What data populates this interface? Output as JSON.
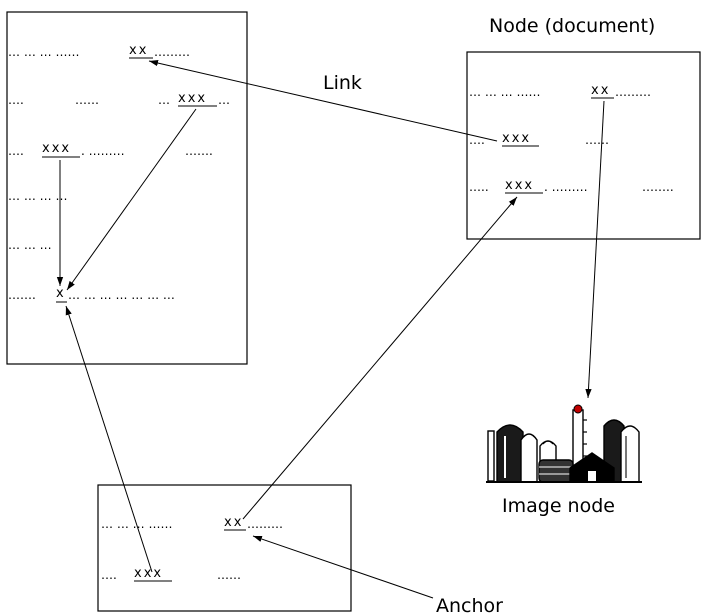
{
  "labels": {
    "node_document": "Node (document)",
    "link": "Link",
    "image_node": "Image node",
    "anchor": "Anchor"
  },
  "doc_left": {
    "r1": [
      "… … …  ……",
      "xx",
      "………"
    ],
    "r2a": "….",
    "r2b": "……",
    "r2c": "…",
    "r2d": "xxx",
    "r2e": "…",
    "r3a": "….",
    "r3b": "xxx",
    "r3c": ".  ………",
    "r3d": "…….",
    "r4": "… … … …",
    "r5": "… … …",
    "r6a": "…….",
    "r6b": "x",
    "r6c": "… … … … … … …"
  },
  "doc_right": {
    "r1a": "… … …  ……",
    "r1b": "xx",
    "r1c": "………",
    "r2a": "….",
    "r2b": "xxx",
    "r2c": "……",
    "r3a": "…..",
    "r3b": "xxx",
    "r3c": ".  ………",
    "r3d": "…….."
  },
  "doc_bottom": {
    "r1a": "… … …  ……",
    "r1b": "xx",
    "r1c": "………",
    "r2a": "….",
    "r2b": "xxx",
    "r2c": "……"
  }
}
